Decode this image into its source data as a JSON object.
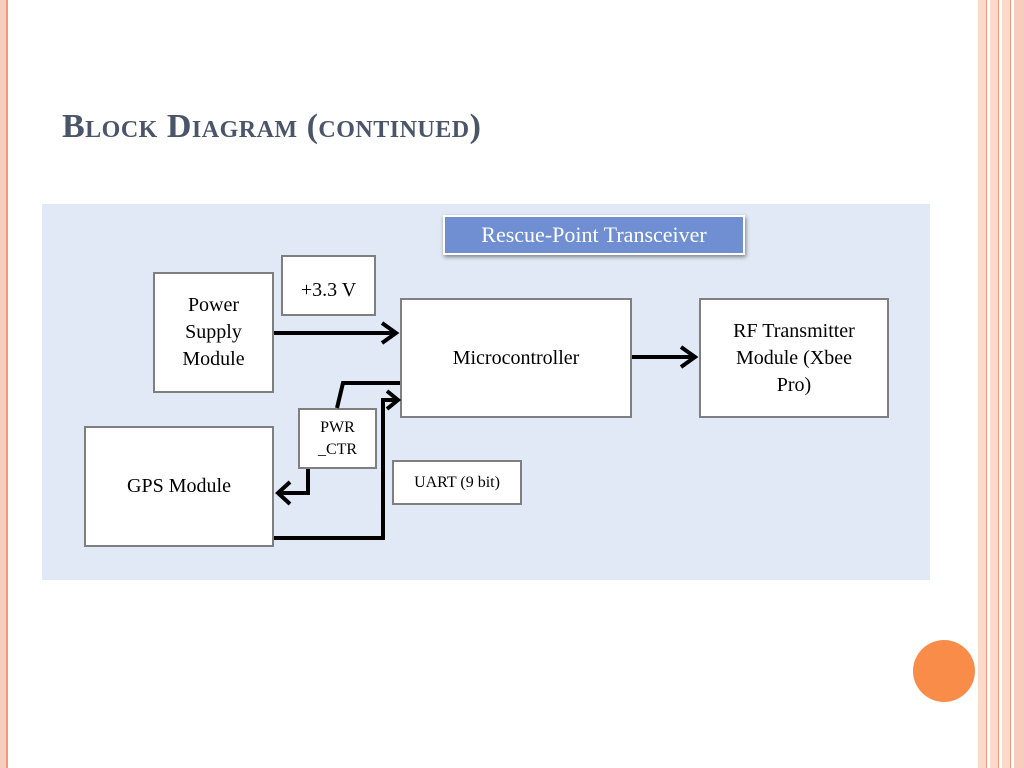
{
  "slide": {
    "title": "Block Diagram (continued)",
    "accent_color": "#fa8c4a",
    "diagram_bg_color": "#e1e9f6",
    "banner_color": "#6f8fd2"
  },
  "diagram": {
    "banner": "Rescue-Point Transceiver",
    "blocks": {
      "power_supply": "Power\nSupply\nModule",
      "voltage": "+3.3 V",
      "microcontroller": "Microcontroller",
      "rf_transmitter": "RF Transmitter\nModule (Xbee\nPro)",
      "pwr_ctr": "PWR\n_CTR",
      "gps": "GPS Module",
      "uart": "UART (9 bit)"
    },
    "connections": [
      {
        "from": "Power Supply Module",
        "to": "Microcontroller"
      },
      {
        "from": "Microcontroller",
        "to": "RF Transmitter Module (Xbee Pro)"
      },
      {
        "from": "Microcontroller",
        "to": "GPS Module"
      },
      {
        "from": "GPS Module",
        "to": "Microcontroller"
      }
    ]
  }
}
